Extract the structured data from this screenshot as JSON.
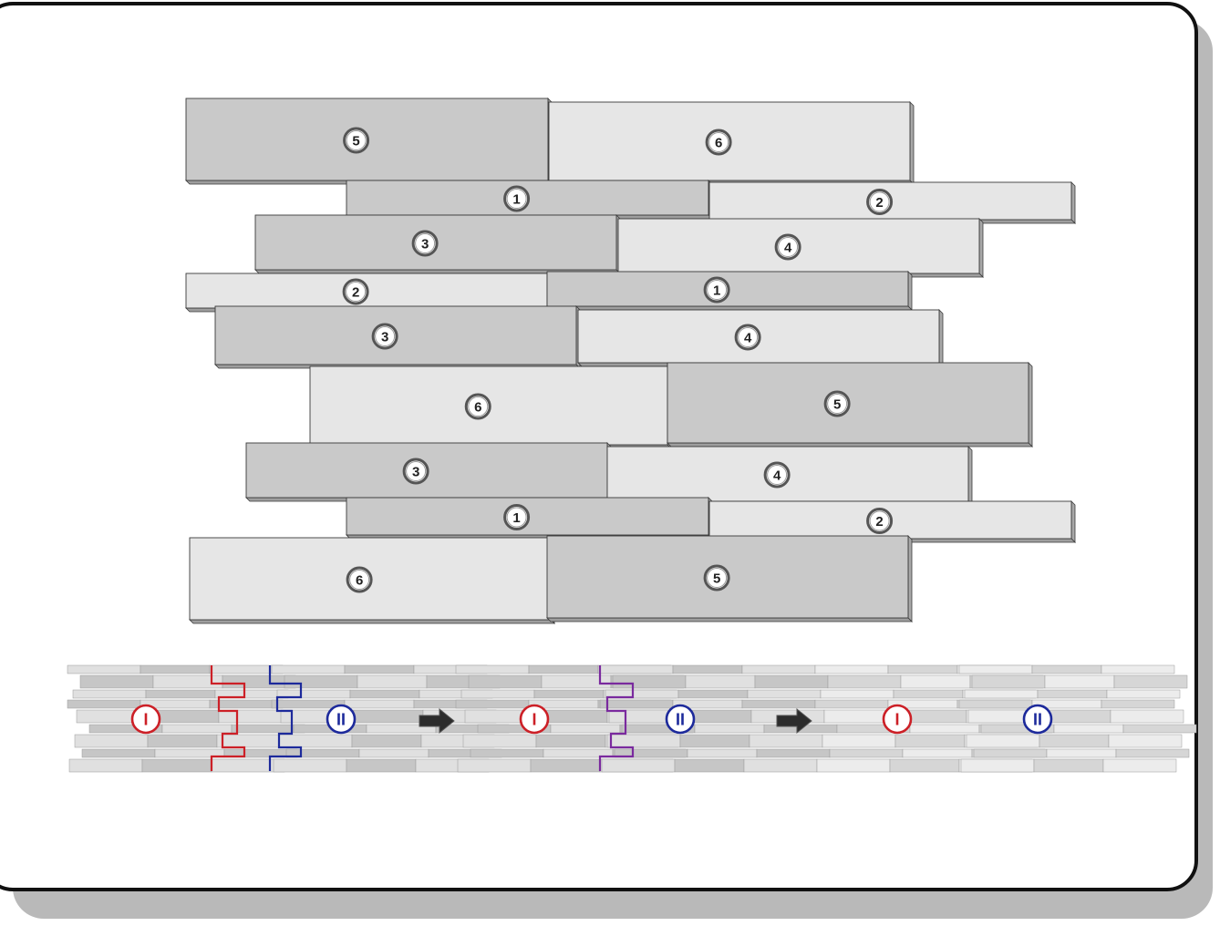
{
  "colors": {
    "panel_dark": "#c9c9c9",
    "panel_light": "#e6e6e6",
    "edge": "#3a3a3a",
    "marker_one": "#cc2027",
    "marker_two": "#1d2a9b",
    "seam_mixed": "#7a2a9e",
    "arrow": "#2c2c2c"
  },
  "layout": {
    "rows": [
      {
        "panels": [
          {
            "id": "5"
          },
          {
            "id": "6"
          }
        ]
      },
      {
        "panels": [
          {
            "id": "1"
          },
          {
            "id": "2"
          }
        ]
      },
      {
        "panels": [
          {
            "id": "3"
          },
          {
            "id": "4"
          }
        ]
      },
      {
        "panels": [
          {
            "id": "2"
          },
          {
            "id": "1"
          }
        ]
      },
      {
        "panels": [
          {
            "id": "3"
          },
          {
            "id": "4"
          }
        ]
      },
      {
        "panels": [
          {
            "id": "6"
          },
          {
            "id": "5"
          }
        ]
      },
      {
        "panels": [
          {
            "id": "3"
          },
          {
            "id": "4"
          }
        ]
      },
      {
        "panels": [
          {
            "id": "1"
          },
          {
            "id": "2"
          }
        ]
      },
      {
        "panels": [
          {
            "id": "6"
          },
          {
            "id": "5"
          }
        ]
      }
    ]
  },
  "assembly": {
    "markers": {
      "one": "I",
      "two": "II"
    },
    "steps": 3,
    "arrow_icon": "right-arrow-icon"
  }
}
